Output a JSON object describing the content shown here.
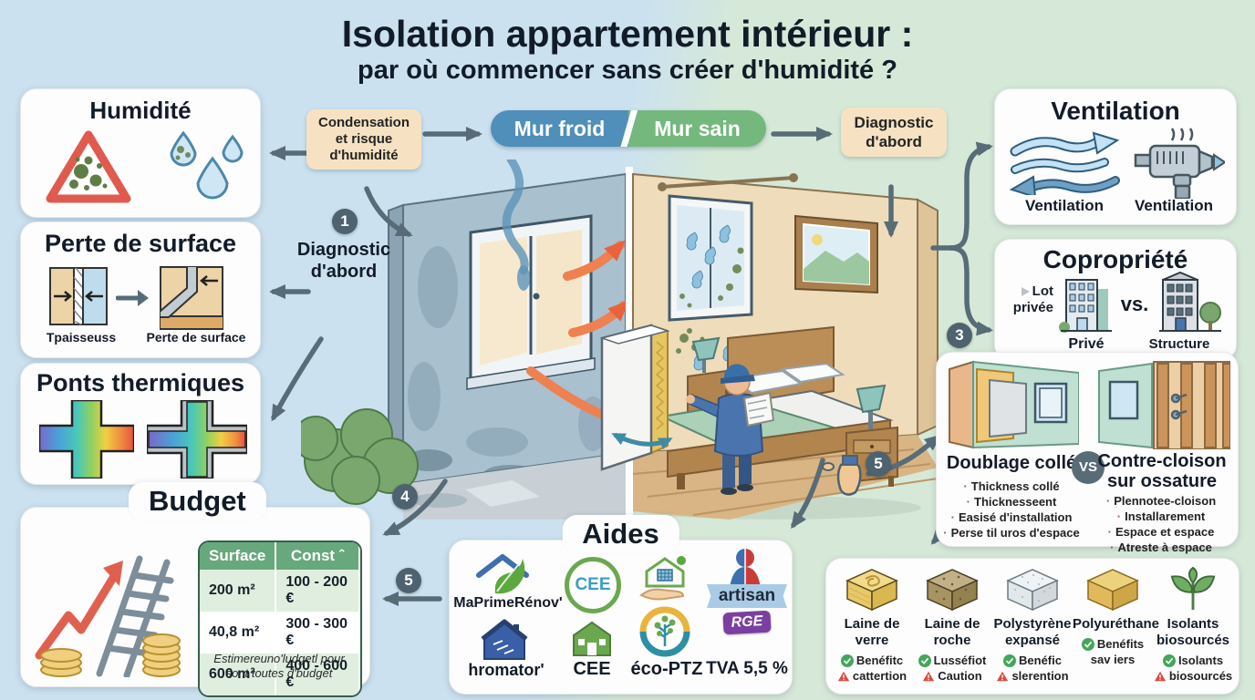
{
  "title": {
    "line1": "Isolation appartement intérieur :",
    "line2": "par où commencer sans créer d'humidité ?"
  },
  "flow": {
    "condensation_badge": {
      "l1": "Condensation",
      "l2": "et risque",
      "l3": "d'humidité"
    },
    "wall_pill": {
      "cold": "Mur froid",
      "healthy": "Mur sain"
    },
    "diagnostic_badge": {
      "l1": "Diagnostic",
      "l2": "d'abord"
    },
    "step1": {
      "num": "1",
      "label_l1": "Diagnostic",
      "label_l2": "d'abord"
    },
    "step3": "3",
    "step4": "4",
    "step5_left": "5",
    "step5_right": "5"
  },
  "humidite": {
    "title": "Humidité"
  },
  "perte": {
    "title": "Perte de surface",
    "label_left": "Tpaisseuss",
    "label_right": "Perte de surface"
  },
  "ponts": {
    "title": "Ponts thermiques"
  },
  "budget": {
    "title": "Budget",
    "headers": [
      "Surface",
      "Const ˆ"
    ],
    "rows": [
      [
        "200 m²",
        "100 - 200 €"
      ],
      [
        "40,8 m²",
        "300 - 300 €"
      ],
      [
        "600 m²",
        "400 - 600 €"
      ]
    ],
    "caption_l1": "Estimereuno'ludgetl pour",
    "caption_l2": "sont toutes d'budget"
  },
  "ventilation": {
    "title": "Ventilation",
    "label_left": "Ventilation",
    "label_right": "Ventilation"
  },
  "copropriete": {
    "title": "Copropriété",
    "lot_l1": "Lot",
    "lot_l2": "privée",
    "vs": "vs.",
    "caption_left": "Privé",
    "caption_right": "Structure partagé"
  },
  "comparison": {
    "left_title": "Doublage collé",
    "vs": "VS",
    "right_title_l1": "Contre-cloison",
    "right_title_l2": "sur ossature",
    "left_bullets": [
      "Thickness collé",
      "Thicknesseent",
      "Easisé d'installation",
      "Perse til uros d'espace"
    ],
    "right_bullets": [
      "Plennotee-cloison",
      "Installarement",
      "Espace et espace",
      "Atreste à espace"
    ]
  },
  "aides": {
    "title": "Aides",
    "maprimerenov": "MaPrimeRénov'",
    "hromator": "hromator'",
    "cee_logo": "CEE",
    "cee": "CEE",
    "ecoptz": "éco-PTZ",
    "artisan": "artisan",
    "rge": "RGE",
    "tva": "TVA 5,5 %"
  },
  "materials": {
    "items": [
      {
        "name_l1": "Laine de",
        "name_l2": "verre",
        "benefit": "Benéfitc",
        "caution": "cattertion"
      },
      {
        "name_l1": "Laine de",
        "name_l2": "roche",
        "benefit": "Lusséfiot",
        "caution": "Caution"
      },
      {
        "name_l1": "Polystyrène",
        "name_l2": "expansé",
        "benefit": "Benéfic",
        "caution": "slerention"
      },
      {
        "name_l1": "Polyuréthane",
        "name_l2": "",
        "benefit": "Benéfits",
        "caution": "sav iers"
      },
      {
        "name_l1": "Isolants",
        "name_l2": "biosourcés",
        "benefit": "Isolants",
        "caution": "biosourcés"
      }
    ]
  },
  "colors": {
    "cold_blue": "#4f8fba",
    "healthy_green": "#74b87e",
    "slate_arrow": "#586c78",
    "badge_beige": "#f6e2c2",
    "table_header_green": "#68a87d"
  }
}
